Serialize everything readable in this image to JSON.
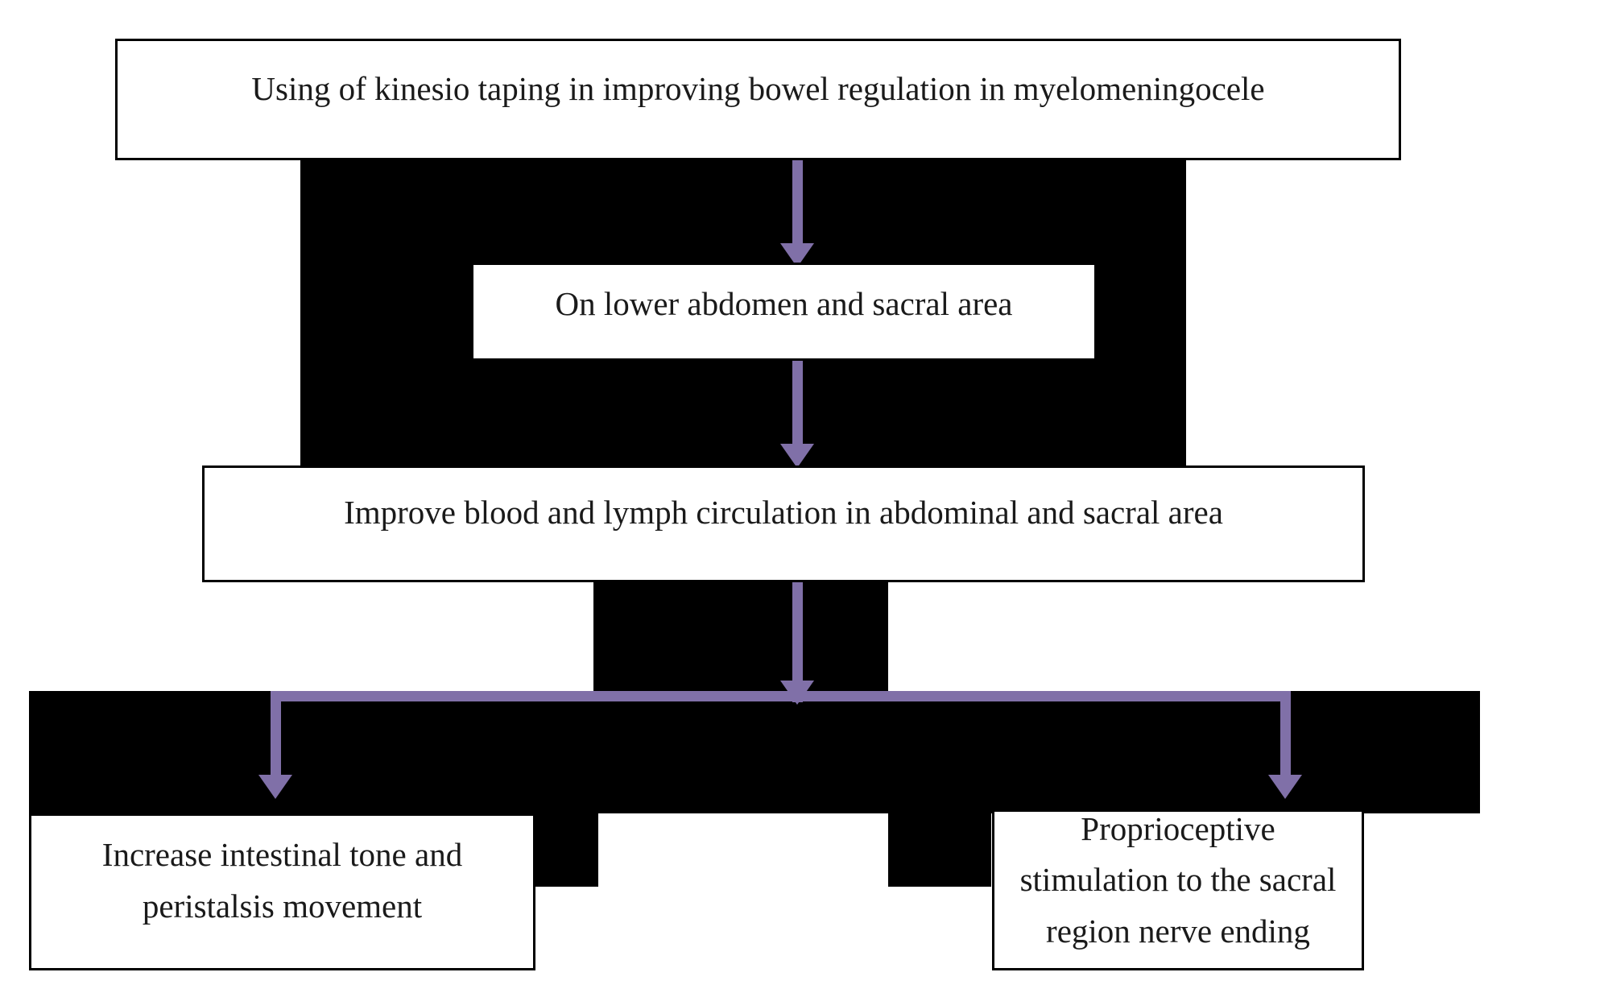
{
  "diagram": {
    "title": "Using of kinesio taping in improving bowel regulation in myelomeningocele",
    "type": "flowchart",
    "background_color": "#ffffff",
    "plate_color": "#000000",
    "box_fill": "#ffffff",
    "box_border": "#000000",
    "text_color": "#1a1a1a",
    "connector_color": "#8070a8",
    "nodes": [
      {
        "id": "node-title",
        "label": "Using of kinesio taping in improving bowel regulation in myelomeningocele",
        "level": 1
      },
      {
        "id": "node-site",
        "label": "On lower abdomen and sacral area",
        "level": 2
      },
      {
        "id": "node-circulation",
        "label": "Improve blood and lymph circulation in abdominal and sacral area",
        "level": 3
      },
      {
        "id": "node-peristalsis",
        "label": "Increase intestinal tone and peristalsis movement",
        "level": 4
      },
      {
        "id": "node-proprioception",
        "label": "Proprioceptive stimulation to the sacral region nerve ending",
        "level": 4
      }
    ],
    "edges": [
      {
        "id": "edge-title-site",
        "from": "node-title",
        "to": "node-site",
        "style": "arrow-down"
      },
      {
        "id": "edge-site-circulation",
        "from": "node-site",
        "to": "node-circulation",
        "style": "arrow-down"
      },
      {
        "id": "edge-circulation-split",
        "from": "node-circulation",
        "to": "split-bar",
        "style": "arrow-down"
      },
      {
        "id": "edge-split-peristalsis",
        "from": "split-bar",
        "to": "node-peristalsis",
        "style": "elbow-arrow-down"
      },
      {
        "id": "edge-split-proprioception",
        "from": "split-bar",
        "to": "node-proprioception",
        "style": "elbow-arrow-down"
      }
    ]
  }
}
